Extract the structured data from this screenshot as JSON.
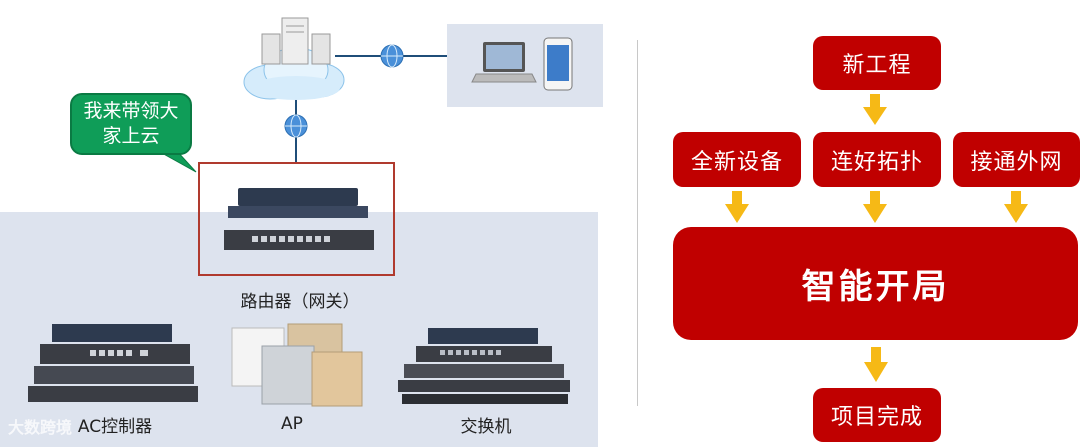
{
  "left": {
    "bubble_text": "我来带领大家上云",
    "router_label": "路由器（网关）",
    "devices": [
      {
        "label": "AC控制器"
      },
      {
        "label": "AP"
      },
      {
        "label": "交换机"
      }
    ]
  },
  "right": {
    "top_box": "新工程",
    "middle_boxes": [
      "全新设备",
      "连好拓扑",
      "接通外网"
    ],
    "main_box": "智能开局",
    "bottom_box": "项目完成"
  },
  "watermark": "大数跨境",
  "colors": {
    "red": "#c00000",
    "arrow": "#f6b916",
    "lan_bg": "#dde3ee",
    "bubble": "#0f9d58",
    "frame": "#b03a2e"
  }
}
